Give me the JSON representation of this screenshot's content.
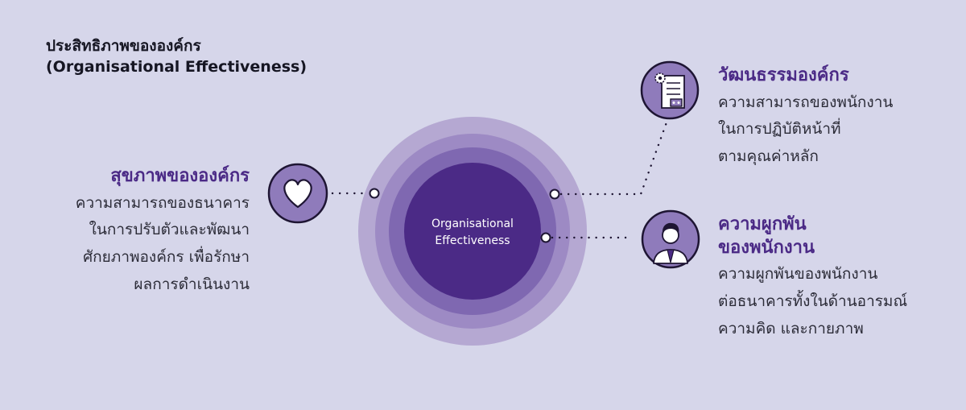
{
  "title": {
    "line1": "ประสิทธิภาพขององค์กร",
    "line2": "(Organisational Effectiveness)"
  },
  "center": {
    "line1": "Organisational",
    "line2": "Effectiveness"
  },
  "health": {
    "heading": "สุขภาพขององค์กร",
    "lines": [
      "ความสามารถของธนาคาร",
      "ในการปรับตัวและพัฒนา",
      "ศักยภาพองค์กร เพื่อรักษา",
      "ผลการดำเนินงาน"
    ],
    "icon": "heart-icon"
  },
  "culture": {
    "heading": "วัฒนธรรมองค์กร",
    "lines": [
      "ความสามารถของพนักงาน",
      "ในการปฏิบัติหน้าที่",
      "ตามคุณค่าหลัก"
    ],
    "icon": "document-gear-icon"
  },
  "engagement": {
    "heading_lines": [
      "ความผูกพัน",
      "ของพนักงาน"
    ],
    "lines": [
      "ความผูกพันของพนักงาน",
      "ต่อธนาคารทั้งในด้านอารมณ์",
      "ความคิด และกายภาพ"
    ],
    "icon": "employee-icon"
  },
  "colors": {
    "background": "#d6d6ea",
    "ring1": "#b5a8d2",
    "ring2": "#8f7bbb",
    "ring3": "#6f58a8",
    "core": "#4b2a86",
    "icon_fill": "#8f7bbb",
    "outline": "#1e1533"
  }
}
